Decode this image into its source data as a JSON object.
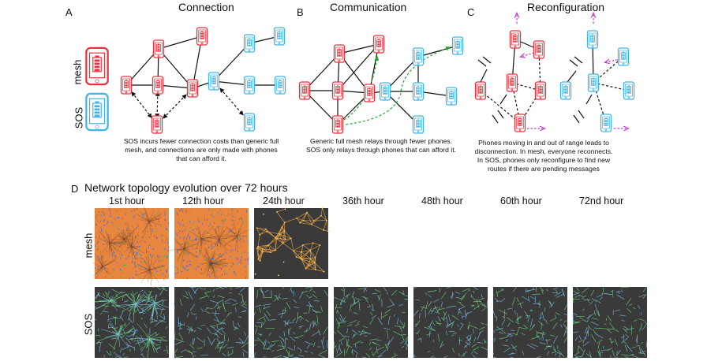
{
  "panels": {
    "a": {
      "letter": "A",
      "title": "Connection",
      "caption": "SOS incurs fewer connection costs than generic full mesh, and connections are only made with phones that can afford it."
    },
    "b": {
      "letter": "B",
      "title": "Communication",
      "caption": "Generic full mesh relays through fewer phones. SOS only relays through phones that can afford it."
    },
    "c": {
      "letter": "C",
      "title": "Reconfiguration",
      "caption": "Phones moving in and out of range leads to disconnection. In mesh, everyone reconnects. In SOS, phones only reconfigure to find new routes if there are pending messages"
    },
    "d": {
      "letter": "D",
      "title": "Network topology evolution over 72 hours"
    }
  },
  "legend": {
    "mesh_label": "mesh",
    "sos_label": "SOS"
  },
  "rows": {
    "mesh_label": "mesh",
    "sos_label": "SOS"
  },
  "hours": [
    "1st hour",
    "12th hour",
    "24th hour",
    "36th hour",
    "48th hour",
    "60th hour",
    "72nd hour"
  ],
  "colors": {
    "mesh": "#e8313a",
    "sos": "#3fb4e6",
    "mesh_bg": "#e8853e",
    "dark_bg": "#3a3a3a",
    "sos_edge_a": "#7ec8ff",
    "sos_edge_b": "#6fe07a",
    "relay_arrow": "#22a83a",
    "move_arrow": "#c43fd1"
  }
}
